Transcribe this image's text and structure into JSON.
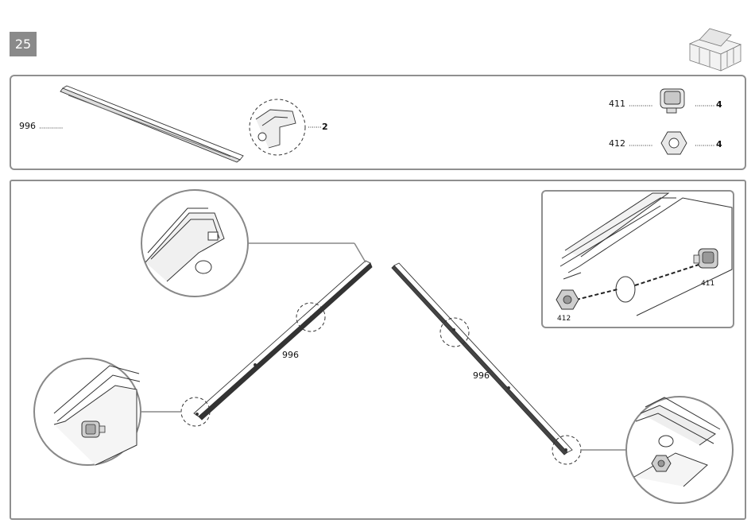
{
  "step": {
    "number": "25"
  },
  "parts": {
    "profile": {
      "code": "996",
      "quantity": "2"
    },
    "bolt": {
      "code": "411",
      "quantity": "4"
    },
    "nut": {
      "code": "412",
      "quantity": "4"
    }
  },
  "assembly": {
    "left_bar_label": "996",
    "right_bar_label": "996",
    "detail_bolt_label": "411",
    "detail_nut_label": "412"
  }
}
